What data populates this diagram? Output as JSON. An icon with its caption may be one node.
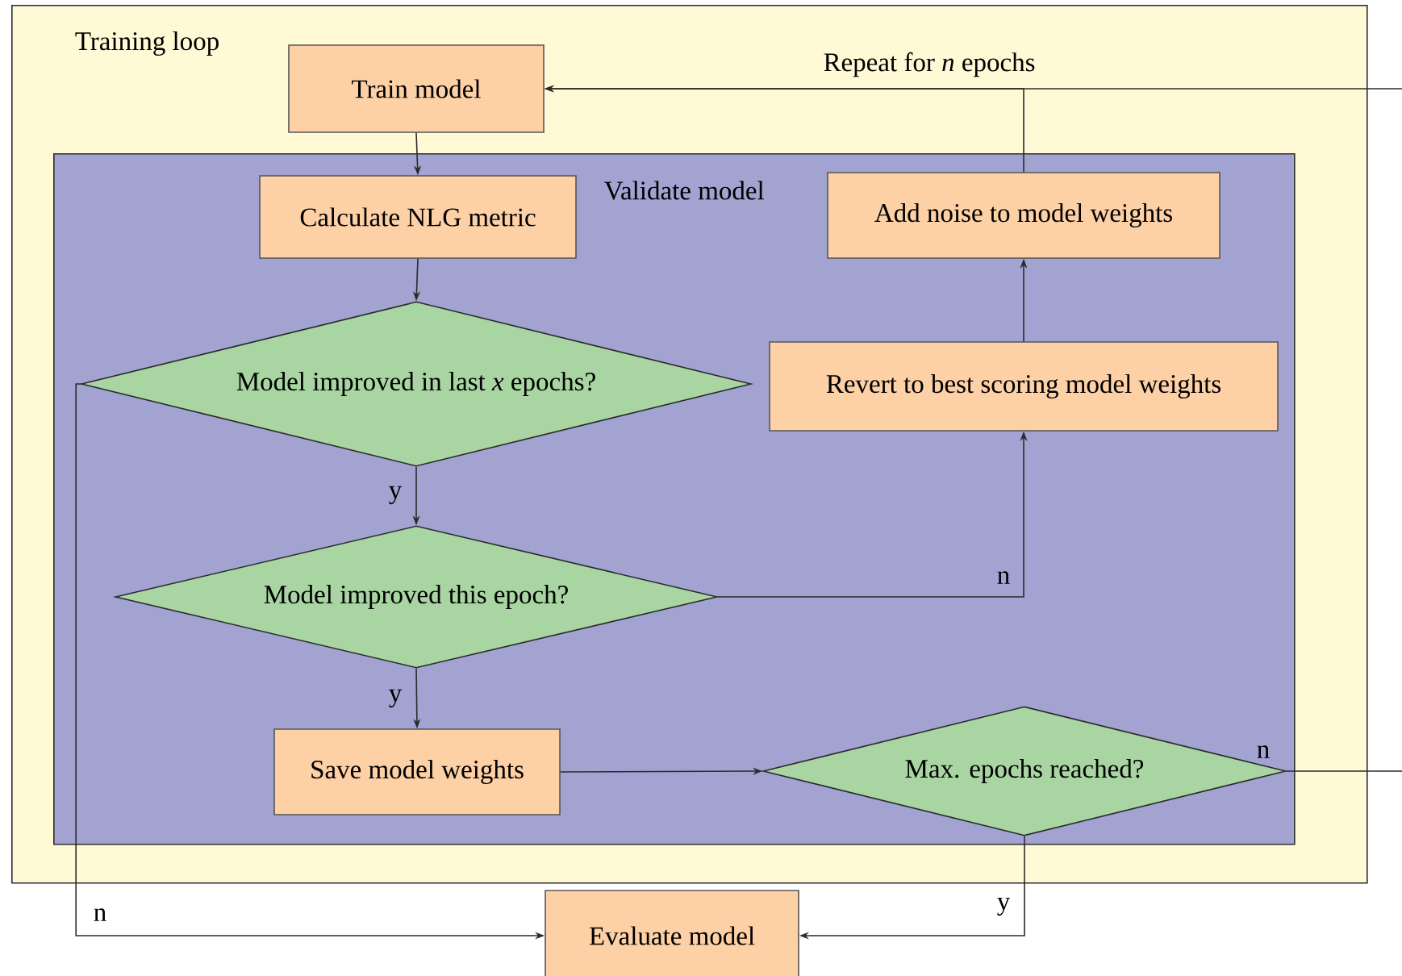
{
  "diagram": {
    "nodes": [
      {
        "text": [
          "Training loop"
        ]
      },
      {
        "text": [
          "Train model"
        ],
        "in": 0
      },
      {
        "text": [
          "Validate model"
        ],
        "in": 0
      },
      {
        "text": [
          "Calculate NLG metric"
        ],
        "in": 2
      },
      {
        "text": [
          "Model improved in last *x* epochs?"
        ],
        "in": 2
      },
      {
        "text": [
          "Model improved this epoch?"
        ],
        "in": 2
      },
      {
        "text": [
          "Save model weights"
        ],
        "in": 2
      },
      {
        "text": [
          "Max. epochs reached?"
        ],
        "in": 2
      },
      {
        "text": [
          "Revert to best scoring model weights"
        ],
        "in": 2
      },
      {
        "text": [
          "Add noise to model weights"
        ],
        "in": 2
      },
      {
        "text": [
          "Evaluate model"
        ]
      }
    ],
    "edges": [
      {
        "from": 1,
        "to": 3,
        "arrow": "to"
      },
      {
        "from": 3,
        "to": 4,
        "arrow": "to"
      },
      {
        "from": 4,
        "to": 5,
        "arrow": "to",
        "label": "y"
      },
      {
        "from": 5,
        "to": 6,
        "arrow": "to",
        "label": "y"
      },
      {
        "from": 5,
        "to": 8,
        "arrow": "to",
        "label": "n"
      },
      {
        "from": 8,
        "to": 9,
        "arrow": "to"
      },
      {
        "from": 9,
        "to": 1,
        "arrow": "to",
        "label": "Repeat for *n* epochs"
      },
      {
        "from": null,
        "to": 1,
        "arrow": "to"
      },
      {
        "from": 6,
        "to": 7,
        "arrow": "to"
      },
      {
        "from": 7,
        "to": null,
        "arrow": "none",
        "label": "n"
      },
      {
        "from": 7,
        "to": 10,
        "arrow": "to",
        "label": "y"
      },
      {
        "from": 4,
        "to": 10,
        "arrow": "to",
        "label": "n"
      }
    ]
  }
}
